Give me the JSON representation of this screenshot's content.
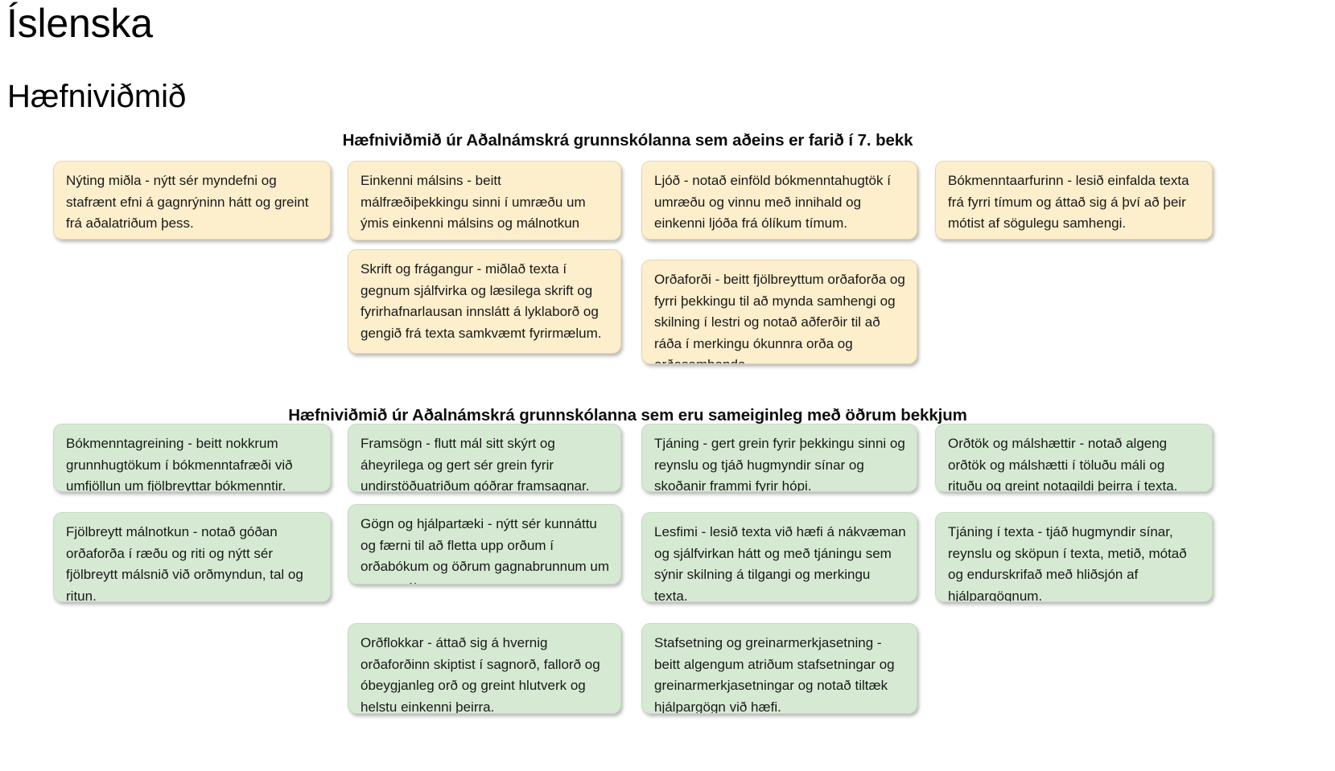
{
  "page": {
    "title": "Íslenska",
    "subtitle": "Hæfniviðmið"
  },
  "sections": [
    {
      "heading": "Hæfniviðmið úr Aðalnámskrá grunnskólanna sem aðeins er farið í 7. bekk",
      "color": "#fdeecc",
      "cards": [
        {
          "text": "Nýting miðla - nýtt sér myndefni og stafrænt efni á gagnrýninn hátt og greint frá aðalatriðum þess."
        },
        {
          "text": "Einkenni málsins - beitt málfræðiþekkingu sinni í umræðu um ýmis einkenni málsins og málnotkun sína."
        },
        {
          "text": "Ljóð - notað einföld bókmenntahugtök í umræðu og vinnu með innihald og einkenni ljóða frá ólíkum tímum."
        },
        {
          "text": "Bókmenntaarfurinn - lesið einfalda texta frá fyrri tímum og áttað sig á því að þeir mótist af sögulegu samhengi."
        },
        {
          "text": "Skrift og frágangur - miðlað texta í gegnum sjálfvirka og læsilega skrift og fyrirhafnarlausan innslátt á lyklaborð og gengið frá texta samkvæmt fyrirmælum."
        },
        {
          "text": "Orðaforði - beitt fjölbreyttum orðaforða og fyrri þekkingu til að mynda samhengi og skilning í lestri og notað aðferðir til að ráða í merkingu ókunnra orða og orðasambanda."
        }
      ]
    },
    {
      "heading": "Hæfniviðmið úr Aðalnámskrá grunnskólanna sem eru sameiginleg með öðrum bekkjum",
      "color": "#d6ead3",
      "cards": [
        {
          "text": "Bókmenntagreining - beitt nokkrum grunnhugtökum í bókmenntafræði við umfjöllun um fjölbreyttar bókmenntir."
        },
        {
          "text": "Framsögn - flutt mál sitt skýrt og áheyrilega og gert sér grein fyrir undirstöðuatriðum góðrar framsagnar."
        },
        {
          "text": "Tjáning - gert grein fyrir þekkingu sinni og reynslu og tjáð hugmyndir sínar og skoðanir frammi fyrir hópi."
        },
        {
          "text": "Orðtök og málshættir - notað algeng orðtök og málshætti í töluðu máli og rituðu og greint notagildi þeirra í texta."
        },
        {
          "text": "Fjölbreytt málnotkun - notað góðan orðaforða í ræðu og riti og nýtt sér fjölbreytt málsnið við orðmyndun, tal og ritun."
        },
        {
          "text": "Gögn og hjálpartæki - nýtt sér kunnáttu og færni til að fletta upp orðum í orðabókum og öðrum gagnabrunnum um tungumál."
        },
        {
          "text": "Lesfimi - lesið texta við hæfi á nákvæman og sjálfvirkan hátt og með tjáningu sem sýnir skilning á tilgangi og merkingu texta."
        },
        {
          "text": "Tjáning í texta - tjáð hugmyndir sínar, reynslu og sköpun í texta, metið, mótað og endurskrifað með hliðsjón af hjálpargögnum."
        },
        {
          "text": "Orðflokkar - áttað sig á hvernig orðaforðinn skiptist í sagnorð, fallorð og óbeygjanleg orð og greint hlutverk og helstu einkenni þeirra."
        },
        {
          "text": "Stafsetning og greinarmerkjasetning - beitt algengum atriðum stafsetningar og greinarmerkjasetningar og notað tiltæk hjálpargögn við hæfi."
        }
      ]
    }
  ]
}
